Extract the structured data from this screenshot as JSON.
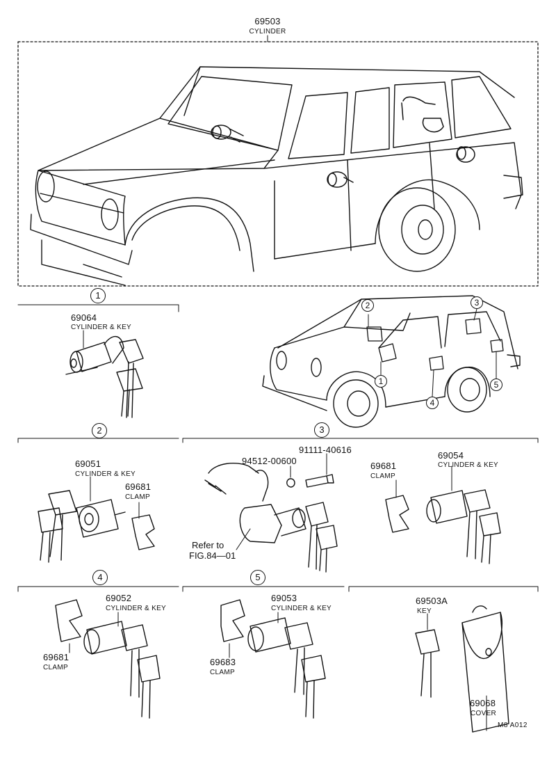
{
  "top": {
    "part_no": "69503",
    "part_name": "CYLINDER",
    "section_badge": "1"
  },
  "section1": {
    "part_no": "69064",
    "part_name": "CYLINDER & KEY",
    "section_badge": "2"
  },
  "overview": {
    "callouts": [
      "2",
      "3",
      "1",
      "4",
      "5"
    ],
    "section_badge": "3"
  },
  "section2": {
    "cyl_no": "69051",
    "cyl_name": "CYLINDER & KEY",
    "clamp_no": "69681",
    "clamp_name": "CLAMP",
    "section_badge": "4"
  },
  "section3": {
    "bolt_no": "91111-40616",
    "washer_no": "94512-00600",
    "refer_line1": "Refer to",
    "refer_line2": "FIG.84—01",
    "section_badge": "5"
  },
  "section3b": {
    "clamp_no": "69681",
    "clamp_name": "CLAMP",
    "cyl_no": "69054",
    "cyl_name": "CYLINDER & KEY"
  },
  "section4": {
    "cyl_no": "69052",
    "cyl_name": "CYLINDER & KEY",
    "clamp_no": "69681",
    "clamp_name": "CLAMP"
  },
  "section5": {
    "cyl_no": "69053",
    "cyl_name": "CYLINDER & KEY",
    "clamp_no": "69683",
    "clamp_name": "CLAMP"
  },
  "section6": {
    "key_no": "69503A",
    "key_name": "KEY",
    "cover_no": "69068",
    "cover_name": "COVER",
    "drawing_code": "M8 A012"
  }
}
